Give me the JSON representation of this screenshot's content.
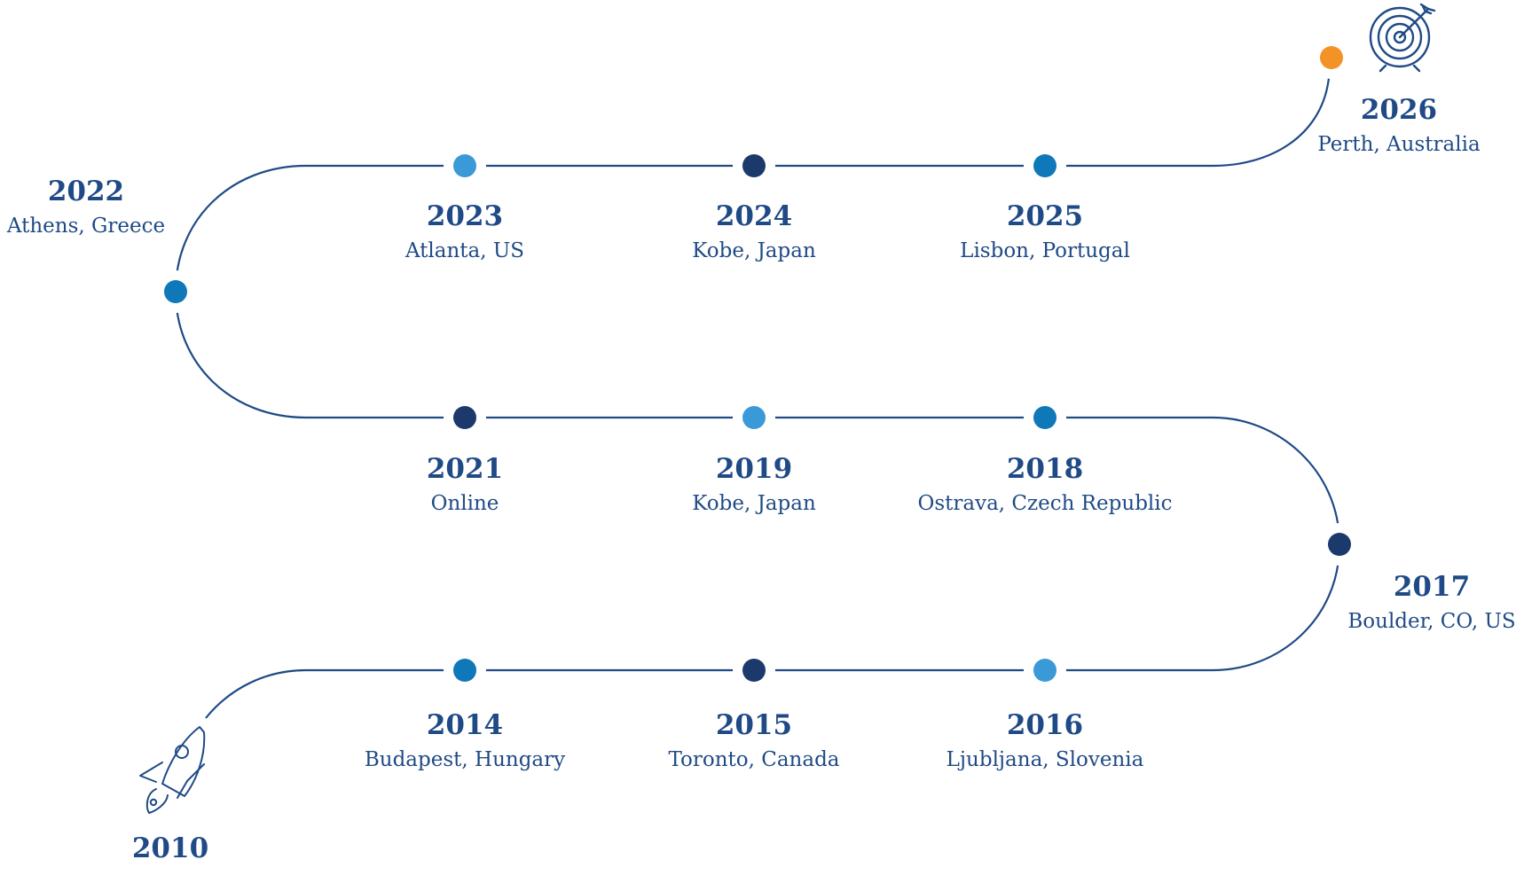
{
  "colors": {
    "line": "#1f4a86",
    "text": "#1f4a86",
    "dot_dark": "#1b3a6b",
    "dot_mid": "#0f78b8",
    "dot_light": "#3a9ad8",
    "dot_goal": "#f39226"
  },
  "start": {
    "year": "2010",
    "icon": "rocket-icon"
  },
  "goal": {
    "icon": "target-arrow-icon"
  },
  "milestones": [
    {
      "year": "2014",
      "place": "Budapest, Hungary",
      "dot": "dot_mid"
    },
    {
      "year": "2015",
      "place": "Toronto, Canada",
      "dot": "dot_dark"
    },
    {
      "year": "2016",
      "place": "Ljubljana, Slovenia",
      "dot": "dot_light"
    },
    {
      "year": "2017",
      "place": "Boulder, CO, US",
      "dot": "dot_dark"
    },
    {
      "year": "2018",
      "place": "Ostrava, Czech Republic",
      "dot": "dot_mid"
    },
    {
      "year": "2019",
      "place": "Kobe, Japan",
      "dot": "dot_light"
    },
    {
      "year": "2021",
      "place": "Online",
      "dot": "dot_dark"
    },
    {
      "year": "2022",
      "place": "Athens, Greece",
      "dot": "dot_mid"
    },
    {
      "year": "2023",
      "place": "Atlanta, US",
      "dot": "dot_light"
    },
    {
      "year": "2024",
      "place": "Kobe, Japan",
      "dot": "dot_dark"
    },
    {
      "year": "2025",
      "place": "Lisbon, Portugal",
      "dot": "dot_mid"
    },
    {
      "year": "2026",
      "place": "Perth, Australia",
      "dot": "dot_goal"
    }
  ]
}
